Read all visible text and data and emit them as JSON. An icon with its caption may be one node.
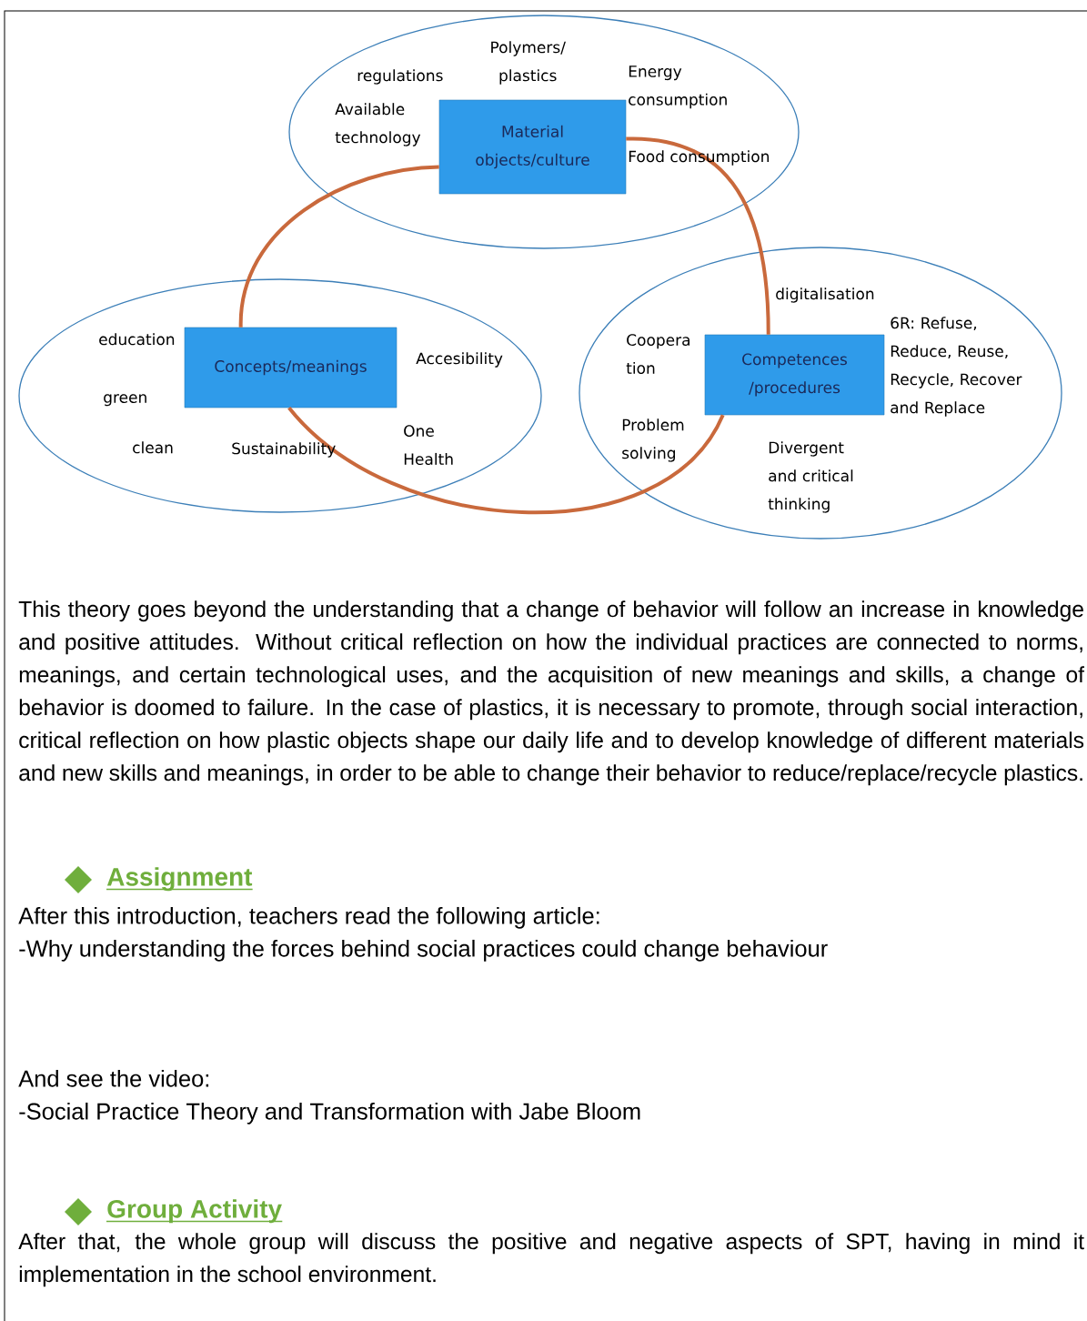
{
  "diagram": {
    "nodes": [
      {
        "text": [],
        "shape": "ellipse"
      },
      {
        "text": [],
        "shape": "ellipse"
      },
      {
        "text": [],
        "shape": "ellipse"
      },
      {
        "text": [
          "Material objects/culture"
        ],
        "in": 0
      },
      {
        "text": [
          "Concepts/meanings"
        ],
        "in": 1
      },
      {
        "text": [
          "Competences /procedures"
        ],
        "in": 2
      }
    ],
    "edges": [
      {
        "from": 3,
        "to": 4,
        "arrow": "none"
      },
      {
        "from": 3,
        "to": 5,
        "arrow": "none"
      },
      {
        "from": 4,
        "to": 5,
        "arrow": "none"
      }
    ],
    "labels": [
      "regulations",
      "Polymers/ plastics",
      "Energy consumption",
      "Available technology",
      "Food consumption",
      "education",
      "Accesibility",
      "green",
      "clean",
      "Sustainability",
      "One Health",
      "digitalisation",
      "Coopera tion",
      "6R: Refuse, Reduce, Reuse, Recycle, Recover and Replace",
      "Problem solving",
      "Divergent and critical thinking",
      "This theory goes beyond the understanding that a change of behavior will follow an increase in knowledge and positive attitudes. Without critical reflection on how the individual practices are connected to norms, meanings, and certain technological uses, and the acquisition of new meanings and skills, a change of behavior is doomed to failure. In the case of plastics, it is necessary to promote, through social interaction, critical reflection on how plastic objects shape our daily life and to develop knowledge of different materials and new skills and meanings, in order to be able to change their behavior to reduce/replace/recycle plastics.",
      "Assignment",
      "After this introduction, teachers read the following article:",
      "-Why understanding the forces behind social practices could change behaviour",
      "And see the video:",
      "-Social Practice Theory and Transformation with Jabe Bloom",
      "Group Activity",
      "After that, the whole group will discuss the positive and negative aspects of SPT, having in mind it implementation in the school environment."
    ]
  }
}
